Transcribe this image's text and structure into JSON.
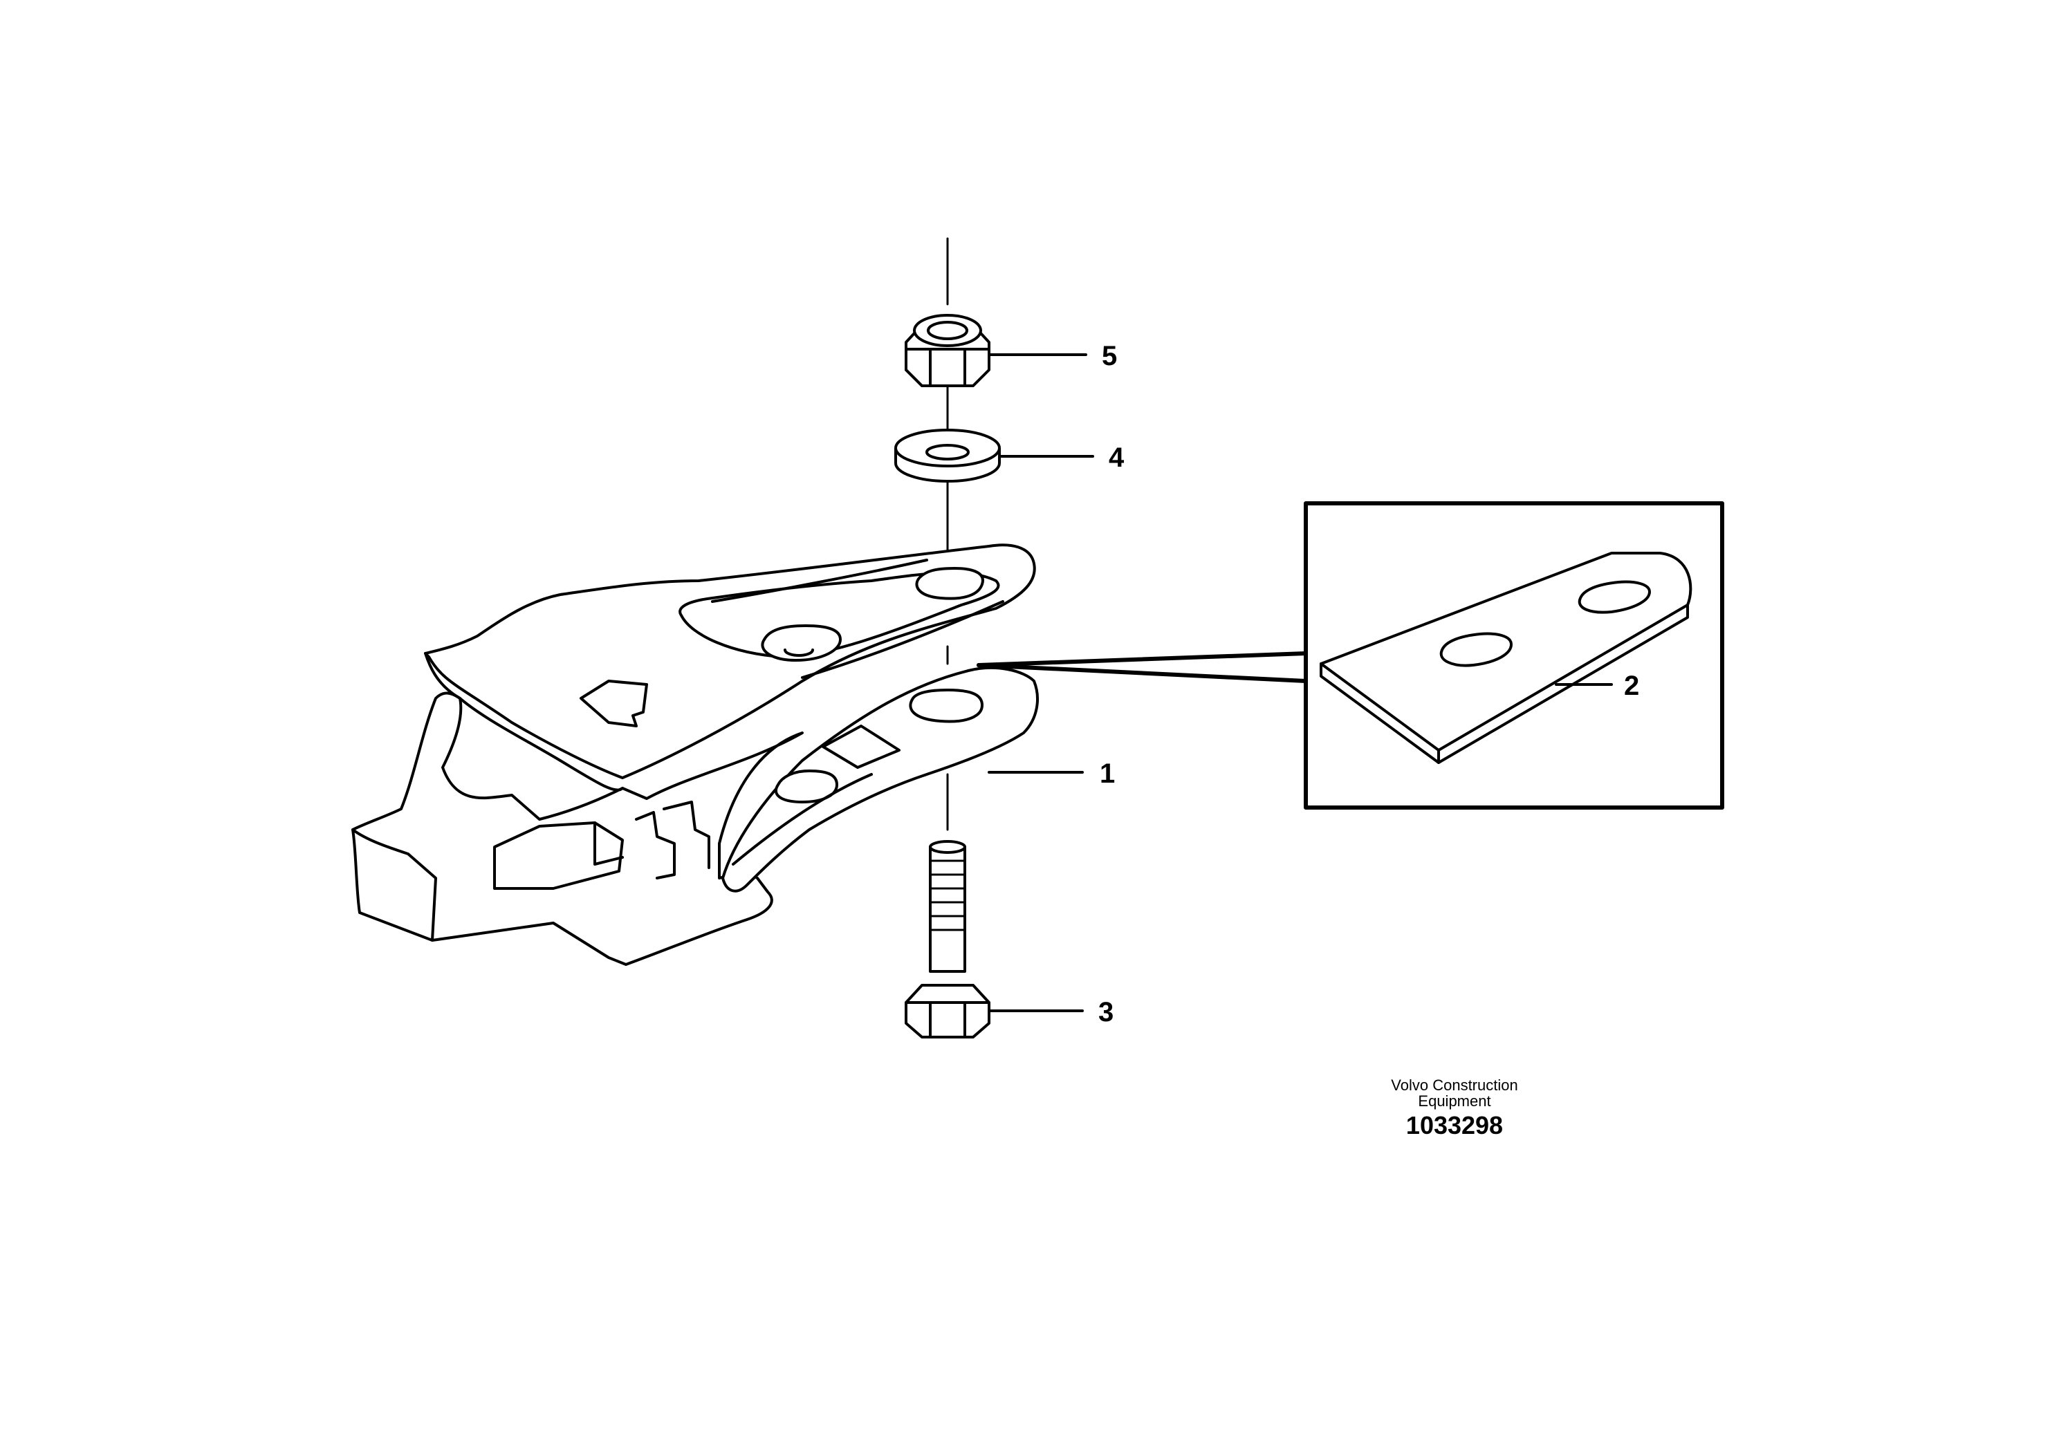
{
  "callouts": {
    "c1": "1",
    "c2": "2",
    "c3": "3",
    "c4": "4",
    "c5": "5"
  },
  "footer": {
    "brand_line1": "Volvo Construction",
    "brand_line2": "Equipment",
    "drawing_number": "1033298"
  }
}
